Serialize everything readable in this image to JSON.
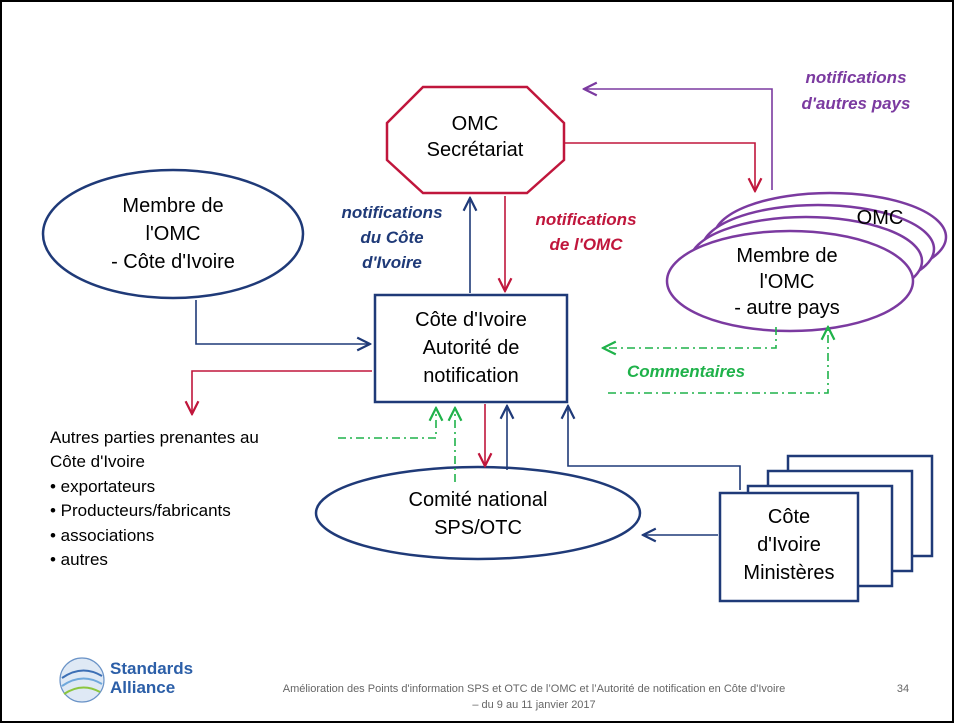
{
  "omc_secretariat": {
    "line1": "OMC",
    "line2": "Secrétariat"
  },
  "member_ci": {
    "line1": "Membre de",
    "line2": "l'OMC",
    "line3": "- Côte d'Ivoire"
  },
  "member_other": {
    "line1": "Membre de",
    "line2": "l'OMC",
    "line3": "- autre pays",
    "shadow_text": "OMC"
  },
  "authority": {
    "line1": "Côte d'Ivoire",
    "line2": "Autorité de",
    "line3": "notification"
  },
  "committee": {
    "line1": "Comité national",
    "line2": "SPS/OTC"
  },
  "ministries": {
    "line1": "Côte",
    "line2": "d'Ivoire",
    "line3": "Ministères"
  },
  "labels": {
    "notif_ci": [
      "notifications",
      "du Côte",
      "d'Ivoire"
    ],
    "notif_omc": [
      "notifications",
      "de l'OMC"
    ],
    "notif_others": [
      "notifications",
      "d'autres pays"
    ],
    "comments": "Commentaires"
  },
  "stakeholders": {
    "title1": "Autres parties prenantes au",
    "title2": "Côte d'Ivoire",
    "items": [
      "• exportateurs",
      "• Producteurs/fabricants",
      "• associations",
      "• autres"
    ]
  },
  "footer": {
    "line1": "Amélioration des Points d'information SPS et OTC de l’OMC et l’Autorité de notification en Côte d'Ivoire",
    "line2": "– du 9 au 11 janvier 2017",
    "page": "34"
  },
  "logo": {
    "line1": "Standards",
    "line2": "Alliance"
  },
  "colors": {
    "blue": "#1f3a78",
    "red": "#c0163c",
    "purple": "#7b3aa0",
    "green": "#1fb24a"
  }
}
